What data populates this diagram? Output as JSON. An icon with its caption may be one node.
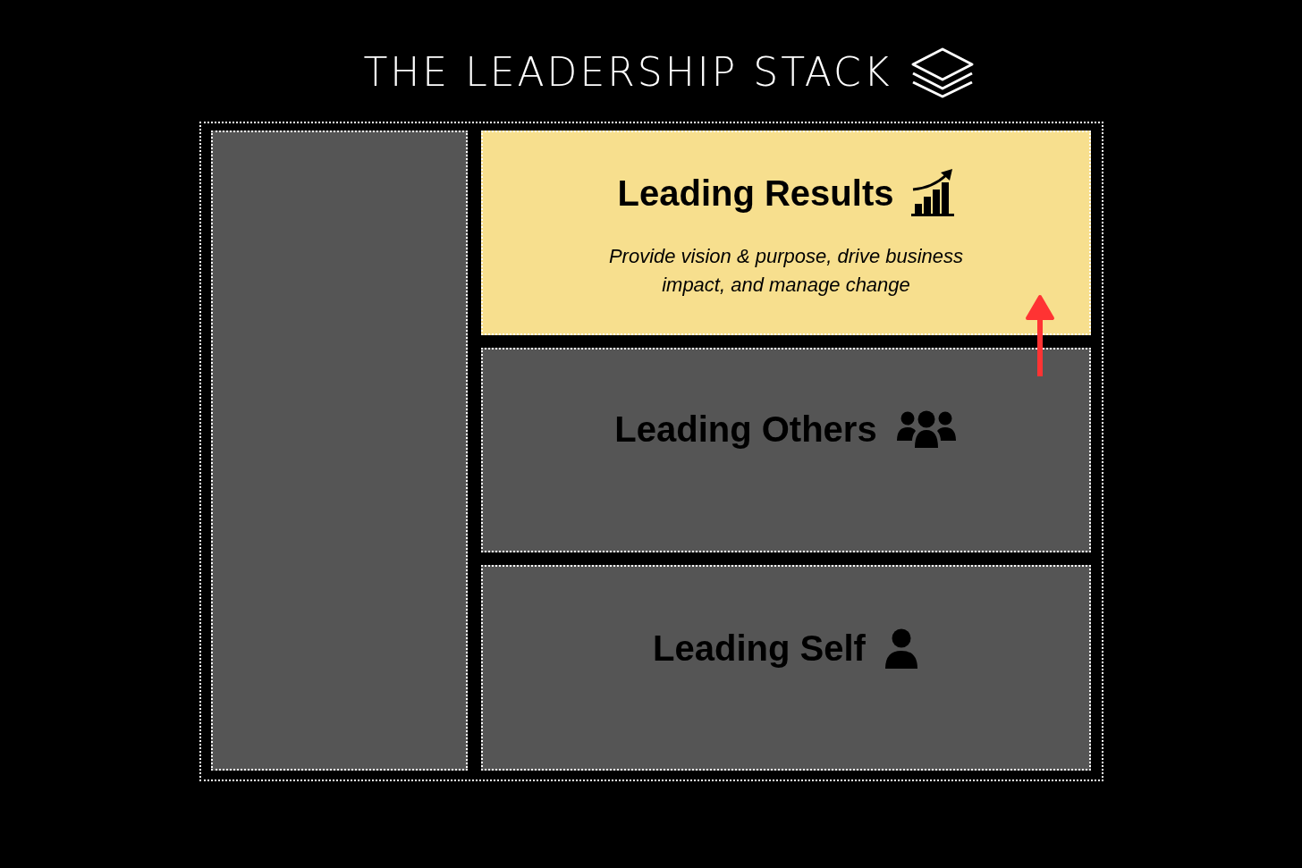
{
  "diagram": {
    "title": "THE LEADERSHIP STACK",
    "nodes": [
      {
        "text": [],
        "shape": "box"
      },
      {
        "text": [],
        "shape": "box",
        "in": 0
      },
      {
        "text": [
          "Leading Results",
          "Provide vision & purpose, drive business impact, and manage change"
        ],
        "in": 0
      },
      {
        "text": [
          "Leading Others"
        ],
        "in": 0
      },
      {
        "text": [
          "Leading Self"
        ],
        "in": 0
      }
    ],
    "edges": [
      {
        "from": 3,
        "to": 2,
        "arrow": "to",
        "color": "#ff3333"
      }
    ]
  }
}
